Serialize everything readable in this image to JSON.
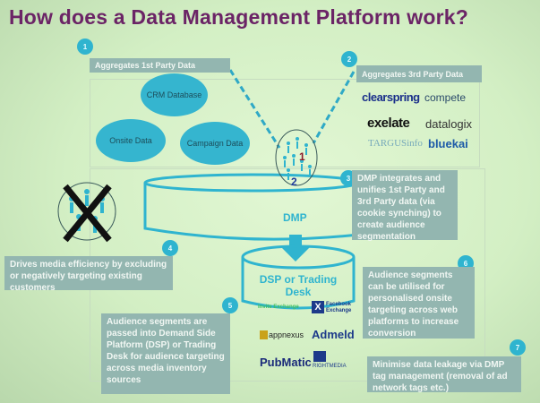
{
  "title": "How does a Data Management Platform work?",
  "steps": [
    {
      "num": "1",
      "text": "Aggregates 1st Party Data"
    },
    {
      "num": "2",
      "text": "Aggregates 3rd Party Data"
    },
    {
      "num": "3",
      "text": "DMP integrates and unifies 1st Party and 3rd Party data (via cookie synching) to create audience segmentation"
    },
    {
      "num": "4",
      "text": "Drives media efficiency by excluding or negatively targeting existing customers"
    },
    {
      "num": "5",
      "text": "Audience segments are passed into Demand Side Platform (DSP) or Trading Desk for audience targeting across media inventory sources"
    },
    {
      "num": "6",
      "text": "Audience segments can be utilised for personalised onsite targeting across web platforms to increase conversion"
    },
    {
      "num": "7",
      "text": "Minimise data leakage via DMP tag management (removal of ad network tags etc.)"
    }
  ],
  "first_party": [
    "CRM Database",
    "Onsite Data",
    "Campaign Data"
  ],
  "third_party_logos": [
    "clearspring",
    "compete",
    "exelate",
    "datalogix",
    "TARGUSinfo",
    "bluekai"
  ],
  "people_labels": [
    "1",
    "2"
  ],
  "dmp_label": "DMP",
  "dsp_label": "DSP or Trading Desk",
  "dsp_logos": [
    "Invite Exchange",
    "Facebook Exchange",
    "appnexus",
    "Admeld",
    "PubMatic",
    "RIGHTMEDIA"
  ],
  "colors": {
    "title": "#6b2466",
    "teal": "#2fb4cf",
    "box": "#93b6b0",
    "background": "#d3efc4"
  }
}
